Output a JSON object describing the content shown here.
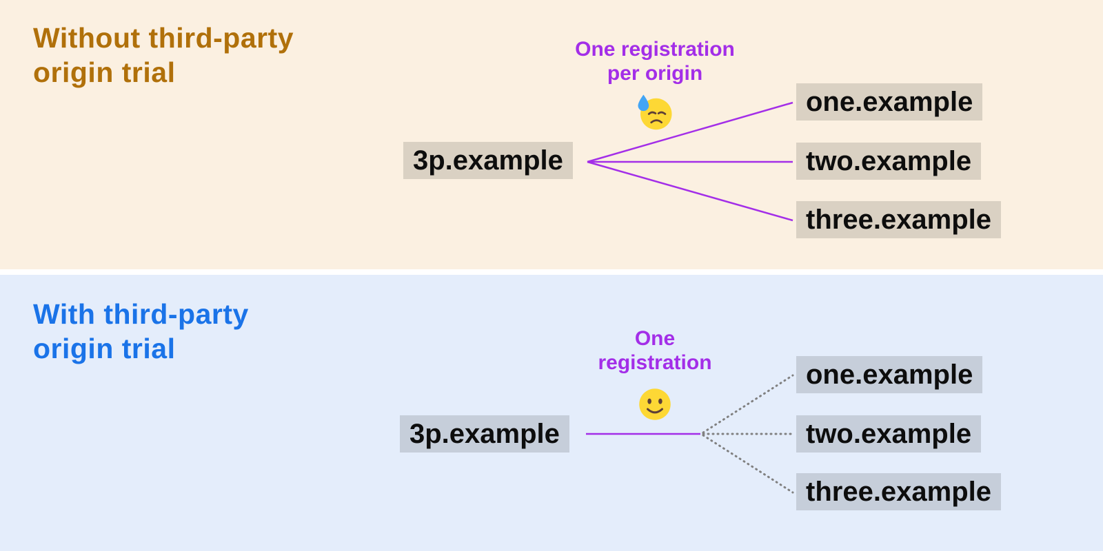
{
  "panels": [
    {
      "title_line1": "Without third-party",
      "title_line2": "origin trial",
      "annotation_line1": "One registration",
      "annotation_line2": "per origin",
      "emoji_name": "downcast-face-with-sweat",
      "source_label": "3p.example",
      "targets": [
        "one.example",
        "two.example",
        "three.example"
      ]
    },
    {
      "title_line1": "With third-party",
      "title_line2": "origin trial",
      "annotation_line1": "One",
      "annotation_line2": "registration",
      "emoji_name": "slightly-smiling-face",
      "source_label": "3p.example",
      "targets": [
        "one.example",
        "two.example",
        "three.example"
      ]
    }
  ],
  "colors": {
    "panel_top_bg": "#fbf0e1",
    "panel_bottom_bg": "#e4edfb",
    "title_top": "#b0700a",
    "title_bottom": "#1a73e8",
    "annotation_purple": "#a32ee8",
    "solid_line": "#a32ee8",
    "dotted_line": "#808080",
    "node_bg": "rgba(0,0,0,0.13)"
  }
}
